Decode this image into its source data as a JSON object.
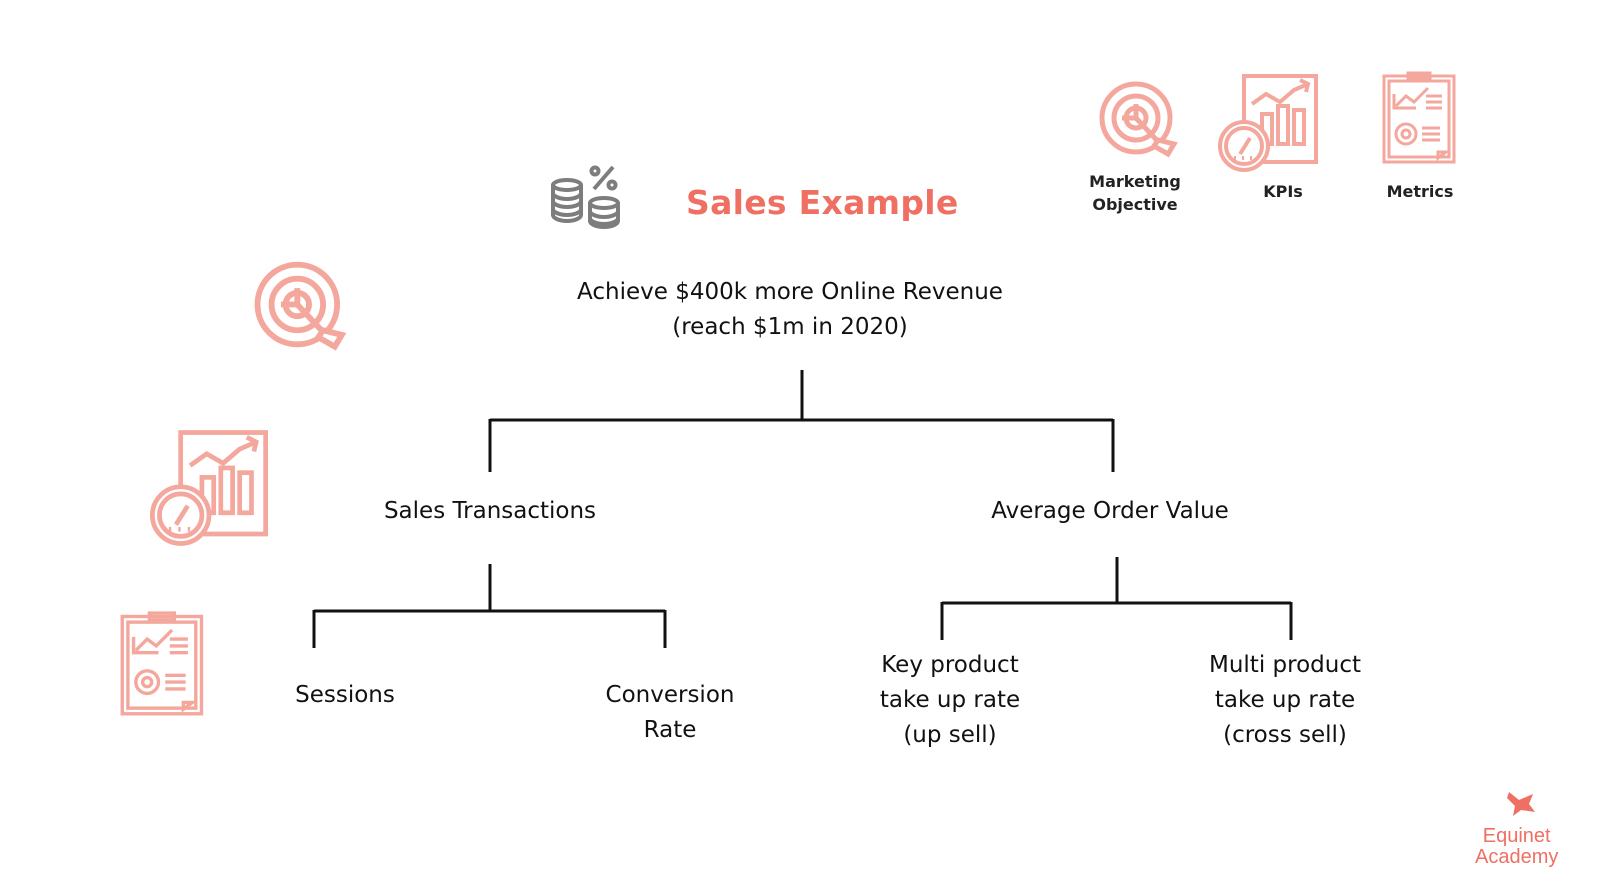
{
  "header": {
    "title": "Sales Example",
    "title_color": "#ef6f63"
  },
  "legend": [
    {
      "label": "Marketing\nObjective",
      "icon": "target-arrow-icon"
    },
    {
      "label": "KPIs",
      "icon": "chart-gauge-icon"
    },
    {
      "label": "Metrics",
      "icon": "clipboard-report-icon"
    }
  ],
  "tree": {
    "root": {
      "line1": "Achieve $400k more Online Revenue",
      "line2": "(reach $1m in 2020)"
    },
    "kpis": [
      {
        "label": "Sales Transactions"
      },
      {
        "label": "Average Order Value"
      }
    ],
    "metrics": [
      {
        "line1": "Sessions"
      },
      {
        "line1": "Conversion",
        "line2": "Rate"
      },
      {
        "line1": "Key product",
        "line2": "take up rate",
        "line3": "(up sell)"
      },
      {
        "line1": "Multi product",
        "line2": "take up rate",
        "line3": "(cross sell)"
      }
    ]
  },
  "icons": {
    "header_icon": "coins-percent-icon",
    "row_icons": [
      "target-arrow-icon",
      "chart-gauge-icon",
      "clipboard-report-icon"
    ],
    "accent_color": "#f4a79c",
    "line_color": "#111111"
  },
  "logo": {
    "line1": "Equinet",
    "line2": "Academy",
    "color": "#ef6f63"
  }
}
